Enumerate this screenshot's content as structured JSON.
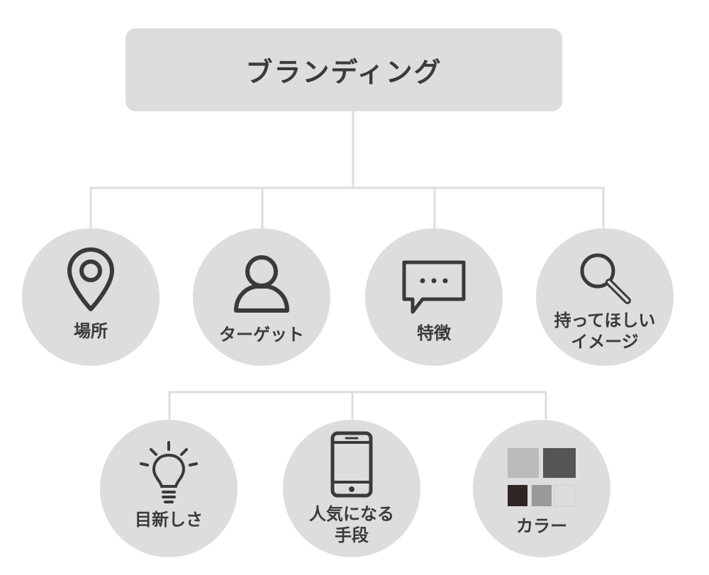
{
  "title": "ブランディング",
  "colors": {
    "box_fill": "#dddddd",
    "connector": "#dddddd",
    "ink": "#3a3a3a"
  },
  "nodes": [
    {
      "id": "location",
      "icon": "map-pin-icon",
      "label_lines": [
        "場所"
      ]
    },
    {
      "id": "target",
      "icon": "person-icon",
      "label_lines": [
        "ターゲット"
      ]
    },
    {
      "id": "features",
      "icon": "speech-bubble-icon",
      "label_lines": [
        "特徴"
      ]
    },
    {
      "id": "image",
      "icon": "magnifier-icon",
      "label_lines": [
        "持ってほしい",
        "イメージ"
      ]
    },
    {
      "id": "novelty",
      "icon": "lightbulb-icon",
      "label_lines": [
        "目新しさ"
      ]
    },
    {
      "id": "popularity",
      "icon": "smartphone-icon",
      "label_lines": [
        "人気になる",
        "手段"
      ]
    },
    {
      "id": "color",
      "icon": "color-swatches-icon",
      "label_lines": [
        "カラー"
      ]
    }
  ],
  "swatches": [
    "#bbbbbb",
    "#555555",
    "#2f2624",
    "#999999",
    "#dddddd"
  ]
}
